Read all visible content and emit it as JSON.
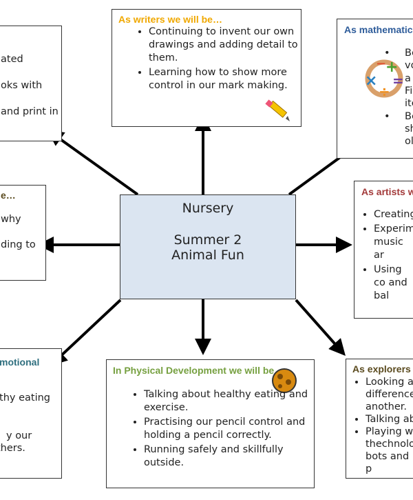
{
  "center": {
    "line1": "Nursery",
    "line2": "Summer  2",
    "line3": "Animal Fun"
  },
  "top_left": {
    "lines": [
      "ated",
      "oks with",
      "and print in"
    ]
  },
  "writers": {
    "heading": "As writers we will be…",
    "items": [
      "Continuing to invent our own drawings and adding detail to them.",
      "Learning how to show more control in our mark making."
    ],
    "icon": "pencil-icon",
    "color": "#f0a800"
  },
  "maths": {
    "heading": "As mathematic",
    "lines": [
      "Be",
      "vo",
      "a",
      "Fi",
      "ite",
      "Be",
      "sh",
      "ol"
    ],
    "icon": "math-symbols-icon",
    "color": "#2e5c9a"
  },
  "mid_left": {
    "heading": "e…",
    "lines": [
      "why",
      "ding to"
    ],
    "color": "#5a4a1e"
  },
  "artists": {
    "heading": "As artists w",
    "items": [
      "Creating",
      "Experime music ar",
      "Using co and bal"
    ],
    "color": "#a33a3a"
  },
  "bottom_left": {
    "heading": "motional",
    "lines": [
      "lthy eating",
      "y our",
      "thers."
    ],
    "color": "#2f6f7f"
  },
  "physical": {
    "heading": "In Physical Development we will be",
    "items": [
      "Talking about healthy eating and exercise.",
      "Practising our pencil control and holding a pencil correctly.",
      "Running safely and skillfully outside."
    ],
    "icon": "football-icon",
    "color": "#76a040"
  },
  "explorers": {
    "heading": "As explorers",
    "items": [
      "Looking a difference another.",
      "Talking ab",
      "Playing wi thechnolo bots and p"
    ],
    "color": "#5a4a1e"
  }
}
